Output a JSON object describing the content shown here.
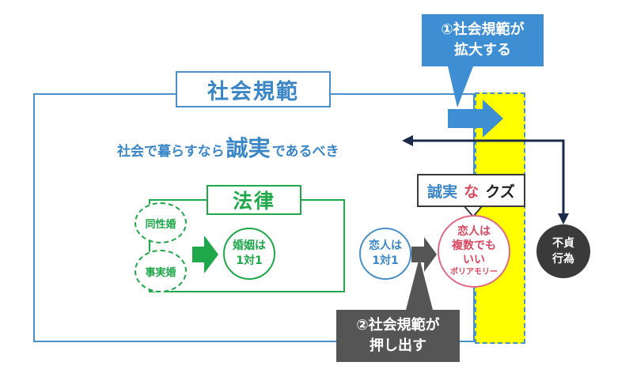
{
  "social_norm": {
    "title": "社会規範",
    "statement_pre": "社会で暮らすなら",
    "statement_big": "誠実",
    "statement_post": "であるべき"
  },
  "law": {
    "title": "法律",
    "same_sex": "同性婚",
    "de_facto": "事実婚",
    "marriage_line1": "婚姻は",
    "marriage_line2": "1対1"
  },
  "lover_one": {
    "line1": "恋人は",
    "line2": "1対1"
  },
  "lover_many": {
    "line1": "恋人は",
    "line2": "複数でも",
    "line3": "いい",
    "line4": "ポリアモリー"
  },
  "speech": {
    "word1": "誠実",
    "word2": "な",
    "word3": "クズ"
  },
  "infidelity": {
    "line1": "不貞",
    "line2": "行為"
  },
  "callout_expand": {
    "line1": "①社会規範が",
    "line2": "拡大する"
  },
  "callout_push": {
    "line1": "②社会規範が",
    "line2": "押し出す"
  },
  "colors": {
    "blue": "#3a86c6",
    "green": "#1fa84a",
    "pink": "#d8485f",
    "yellow": "#ffff00",
    "navy": "#1b2a48",
    "dark": "#3a3a3a"
  }
}
